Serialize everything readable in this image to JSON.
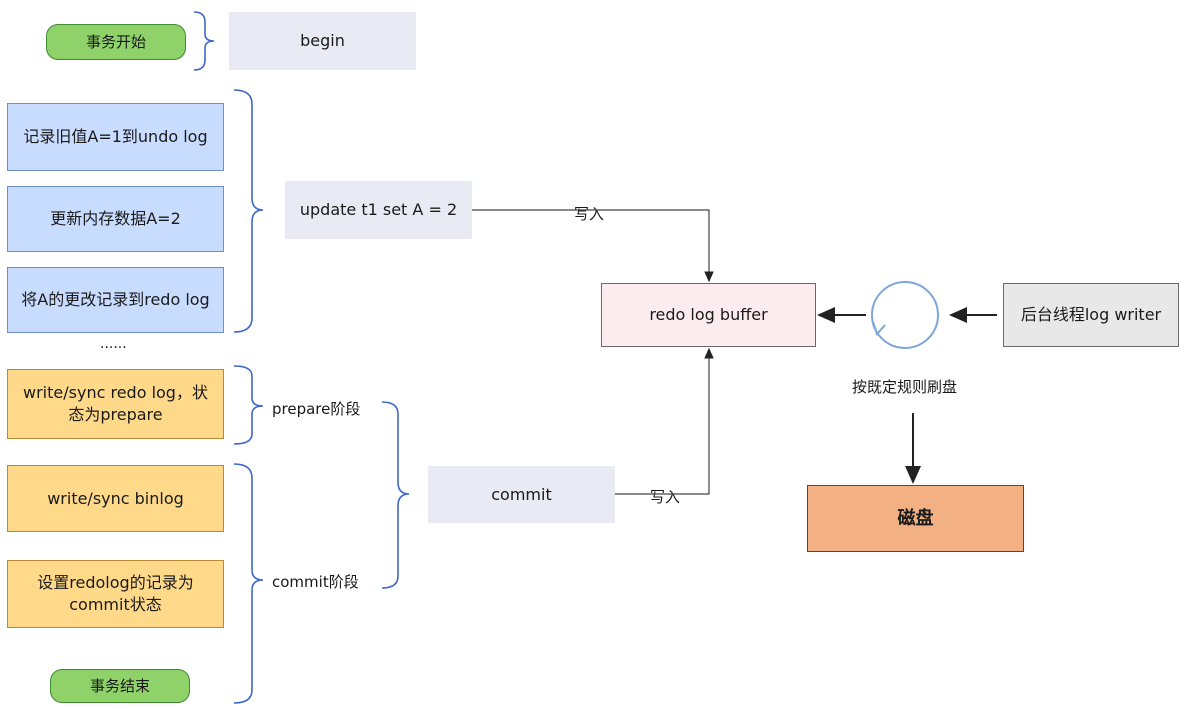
{
  "left_flow": {
    "tx_start": "事务开始",
    "undo_step": "记录旧值A=1到undo log",
    "memory_step": "更新内存数据A=2",
    "redo_step": "将A的更改记录到redo log",
    "ellipsis": "......",
    "prepare_step": "write/sync redo log，状态为prepare",
    "binlog_step": "write/sync binlog",
    "commit_state_step": "设置redolog的记录为commit状态",
    "tx_end": "事务结束"
  },
  "middle": {
    "begin": "begin",
    "update": "update t1 set A = 2",
    "commit": "commit",
    "prepare_phase": "prepare阶段",
    "commit_phase": "commit阶段",
    "write_label_1": "写入",
    "write_label_2": "写入"
  },
  "right": {
    "redo_log_buffer": "redo log buffer",
    "log_writer": "后台线程log writer",
    "flush_rule": "按既定规则刷盘",
    "disk": "磁盘"
  }
}
